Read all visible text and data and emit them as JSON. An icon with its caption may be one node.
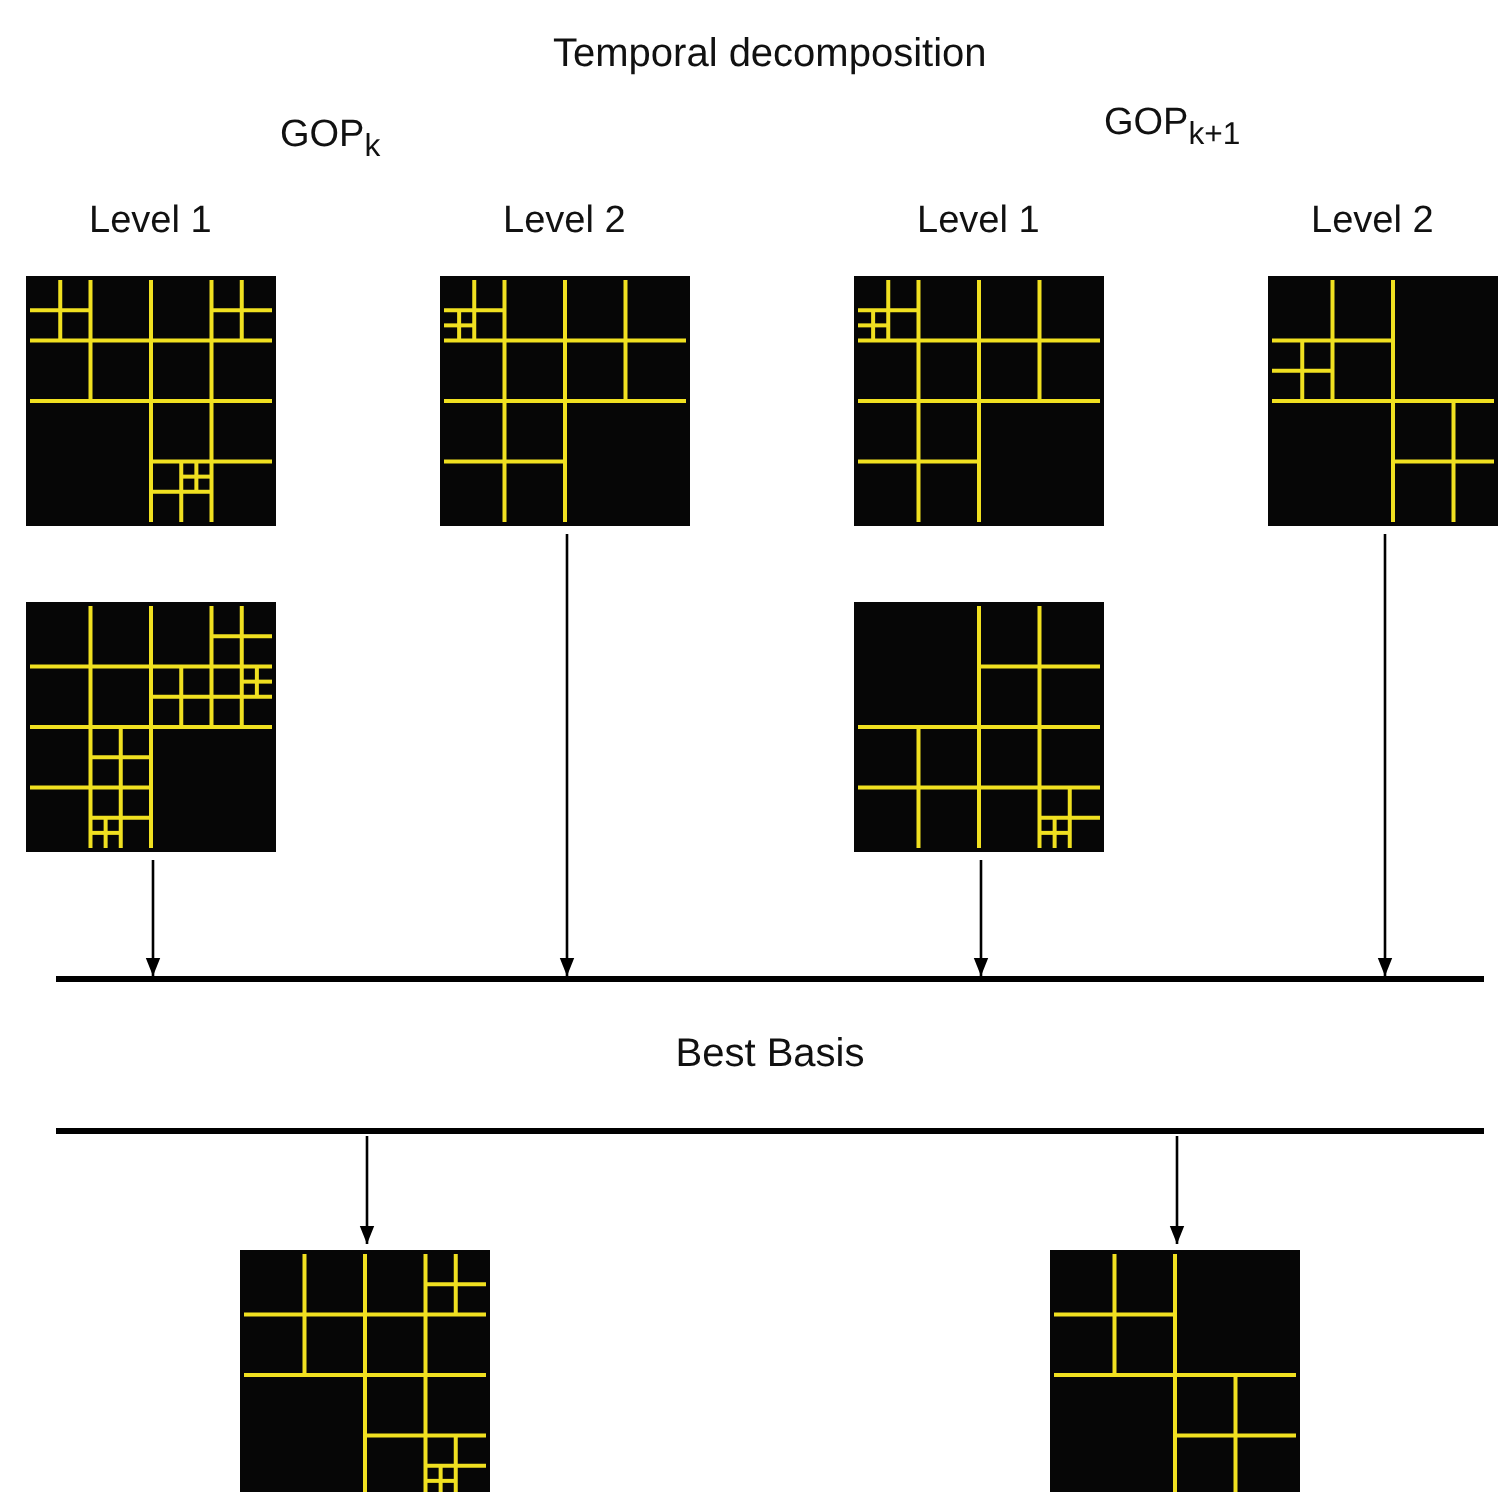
{
  "diagram": {
    "title": "Temporal decomposition",
    "nodes": [
      {
        "text": [],
        "shape": "picture"
      },
      {
        "text": [],
        "shape": "picture"
      },
      {
        "text": [],
        "shape": "picture"
      },
      {
        "text": [],
        "shape": "picture"
      },
      {
        "text": [],
        "shape": "picture"
      },
      {
        "text": [],
        "shape": "picture"
      },
      {
        "text": [
          "Best Basis"
        ]
      },
      {
        "text": [],
        "shape": "picture"
      },
      {
        "text": [],
        "shape": "picture"
      }
    ],
    "edges": [
      {
        "from": 4,
        "to": 6,
        "arrow": "to"
      },
      {
        "from": 1,
        "to": 6,
        "arrow": "to"
      },
      {
        "from": 5,
        "to": 6,
        "arrow": "to"
      },
      {
        "from": 3,
        "to": 6,
        "arrow": "to"
      },
      {
        "from": 6,
        "to": 7,
        "arrow": "to"
      },
      {
        "from": 6,
        "to": 8,
        "arrow": "to"
      }
    ],
    "labels": [
      "GOP$_{k}$",
      "GOP$_{k+1}$",
      "Level 1",
      "Level 2",
      "Level 1",
      "Level 2"
    ]
  }
}
